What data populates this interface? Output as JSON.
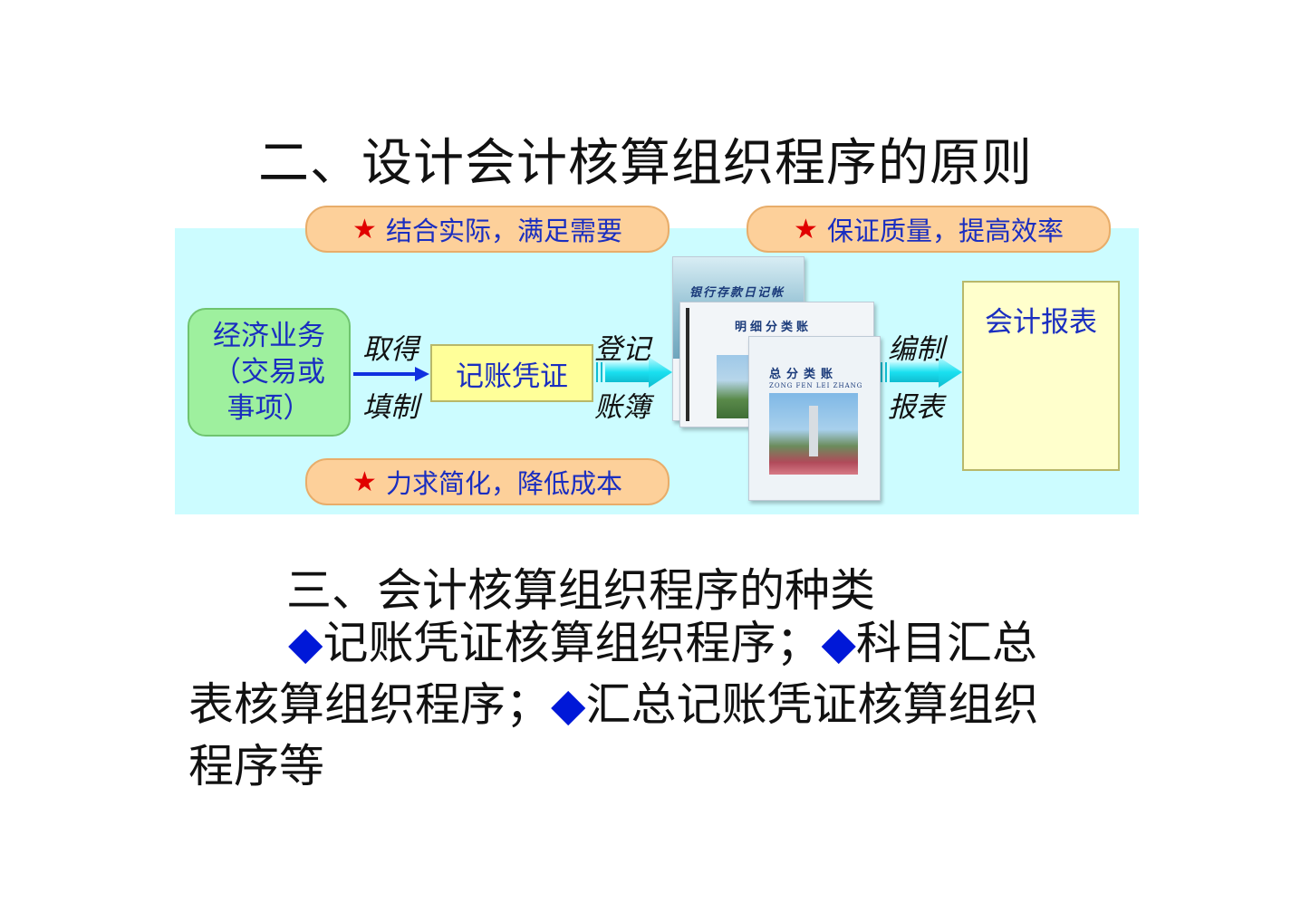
{
  "title": "二、设计会计核算组织程序的原则",
  "principles": {
    "star": "★",
    "top_left": "结合实际，满足需要",
    "top_right": "保证质量，提高效率",
    "bottom": "力求简化，降低成本"
  },
  "flow": {
    "business": [
      "经济业务",
      "（交易或",
      "事项）"
    ],
    "obtain_fill": [
      "取得",
      "填制"
    ],
    "voucher": "记账凭证",
    "register_books": [
      "登记",
      "账簿"
    ],
    "books": {
      "bank_journal": "银行存款日记帐",
      "subsidiary_ledger": "明细分类账",
      "general_ledger": "总分类账",
      "general_ledger_pinyin": "ZONG FEN LEI ZHANG"
    },
    "compile_report": [
      "编制",
      "报表"
    ],
    "report": "会计报表"
  },
  "section": {
    "heading": "三、会计核算组织程序的种类",
    "bullet": "◆",
    "items": [
      "记账凭证核算组织程序；",
      "科目汇总",
      "表核算组织程序；",
      "汇总记账凭证核算组织",
      "程序等"
    ]
  },
  "colors": {
    "panel_bg": "#ccfcff",
    "pill_bg": "#fdd09a",
    "text_blue": "#1a2ec0",
    "star_red": "#e10000",
    "diamond_blue": "#0018d8"
  }
}
